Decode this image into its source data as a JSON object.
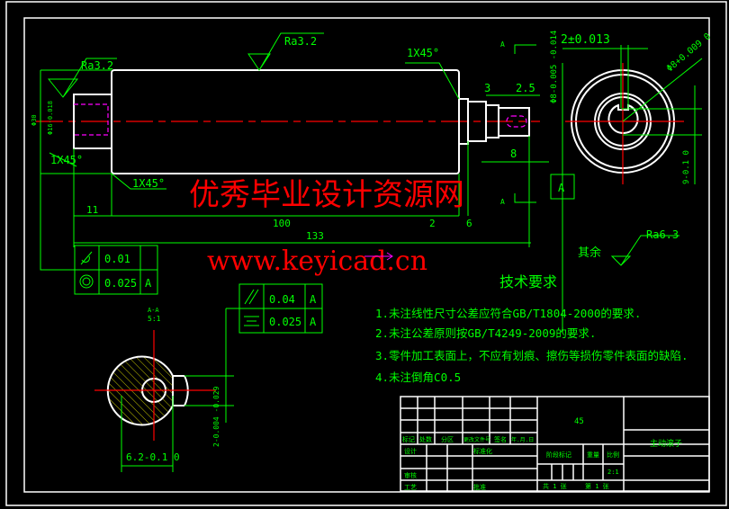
{
  "colors": {
    "background": "#000000",
    "outline": "#ffffff",
    "dimension": "#00ff00",
    "centerline": "#ff0000",
    "hidden": "#ff00ff",
    "watermark": "#ff0000"
  },
  "dimensions": {
    "ra_left": "Ra3.2",
    "ra_top": "Ra3.2",
    "ra_other_prefix": "其余",
    "ra_other": "Ra6.3",
    "chamfer_left": "1X45°",
    "chamfer_bottom": "1X45°",
    "chamfer_right": "1X45°",
    "dia_left": "Φ30",
    "dia_bore": "Φ16-0.018",
    "len_11": "11",
    "len_100": "100",
    "len_133": "133",
    "len_2": "2",
    "len_6": "6",
    "len_3": "3",
    "len_2_5": "2.5",
    "len_8": "8",
    "dia_8": "Φ8-0.005 -0.014",
    "key_width": "2±0.013",
    "bore_dia": "Φ8+0.009 0",
    "key_depth": "9-0.1 0",
    "datum": "A",
    "section_label": "A-A",
    "section_scale": "5:1",
    "section_width": "6.2-0.1 0",
    "section_key": "2-0.004 -0.029",
    "arrow_a": "A"
  },
  "tolerances": [
    {
      "symbol": "cylindricity-icon",
      "value": "0.01",
      "datum": ""
    },
    {
      "symbol": "concentricity-icon",
      "value": "0.025",
      "datum": "A"
    },
    {
      "symbol": "parallelism-icon",
      "value": "0.04",
      "datum": "A"
    },
    {
      "symbol": "symmetry-icon",
      "value": "0.025",
      "datum": "A"
    }
  ],
  "notes": {
    "title": "技术要求",
    "items": [
      "1.未注线性尺寸公差应符合GB/T1804-2000的要求.",
      "2.未注公差原则按GB/T4249-2009的要求.",
      "3.零件加工表面上，不应有划痕、擦伤等损伤零件表面的缺陷.",
      "4.未注倒角C0.5"
    ]
  },
  "title_block": {
    "material": "45",
    "part_name": "主动滚子",
    "headers": [
      "标记",
      "处数",
      "分区",
      "更改文件号",
      "签名",
      "年.月.日"
    ],
    "design": "设计",
    "standardize": "标准化",
    "review": "审核",
    "process": "工艺",
    "approve": "批准",
    "stage": "阶段标记",
    "weight": "重量",
    "scale_label": "比例",
    "scale": "2:1",
    "sheets": "共 1 张",
    "sheet": "第 1 张"
  },
  "watermark": {
    "line1": "优秀毕业设计资源网",
    "line2": "www.keyicad.cn"
  }
}
